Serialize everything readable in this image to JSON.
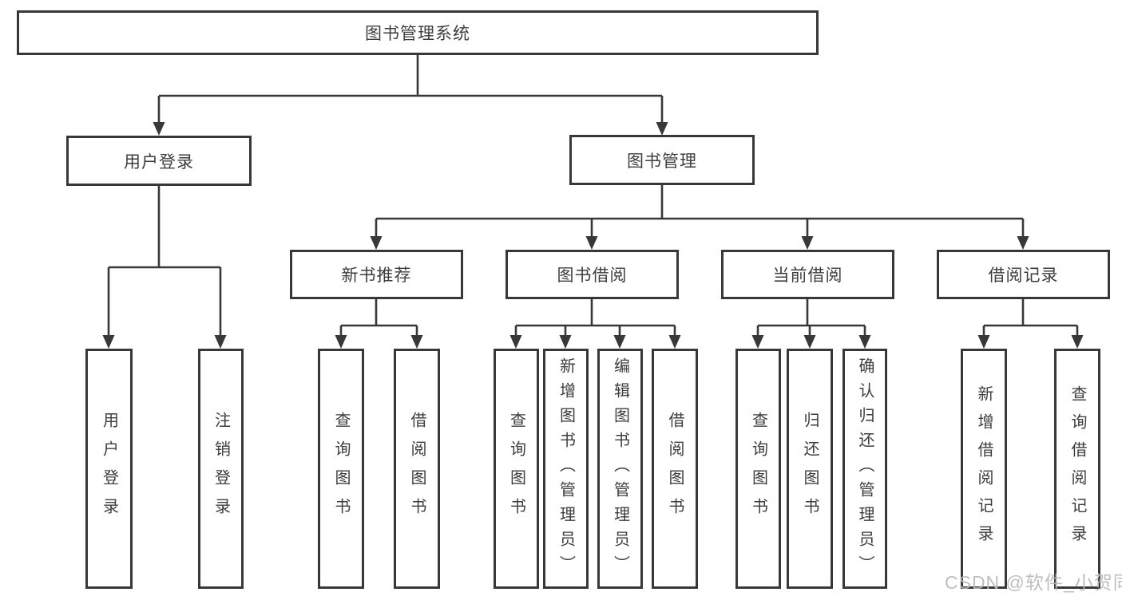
{
  "tree": {
    "root": {
      "label": "图书管理系统"
    },
    "branches": [
      {
        "label": "用户登录",
        "children": [
          {
            "label": "用户登录"
          },
          {
            "label": "注销登录"
          }
        ]
      },
      {
        "label": "图书管理",
        "sections": [
          {
            "label": "新书推荐",
            "children": [
              {
                "label": "查询图书"
              },
              {
                "label": "借阅图书"
              }
            ]
          },
          {
            "label": "图书借阅",
            "children": [
              {
                "label": "查询图书"
              },
              {
                "label": "新增图书（管理员）"
              },
              {
                "label": "编辑图书（管理员）"
              },
              {
                "label": "借阅图书"
              }
            ]
          },
          {
            "label": "当前借阅",
            "children": [
              {
                "label": "查询图书"
              },
              {
                "label": "归还图书"
              },
              {
                "label": "确认归还（管理员）"
              }
            ]
          },
          {
            "label": "借阅记录",
            "children": [
              {
                "label": "新增借阅记录"
              },
              {
                "label": "查询借阅记录"
              }
            ]
          }
        ]
      }
    ]
  },
  "colors": {
    "line": "#383838",
    "box_border": "#383838",
    "text": "#3d3d3d",
    "background": "#ffffff",
    "watermark": "#b8b8b8"
  },
  "watermark": {
    "text": "CSDN @软件_小贺同学"
  }
}
